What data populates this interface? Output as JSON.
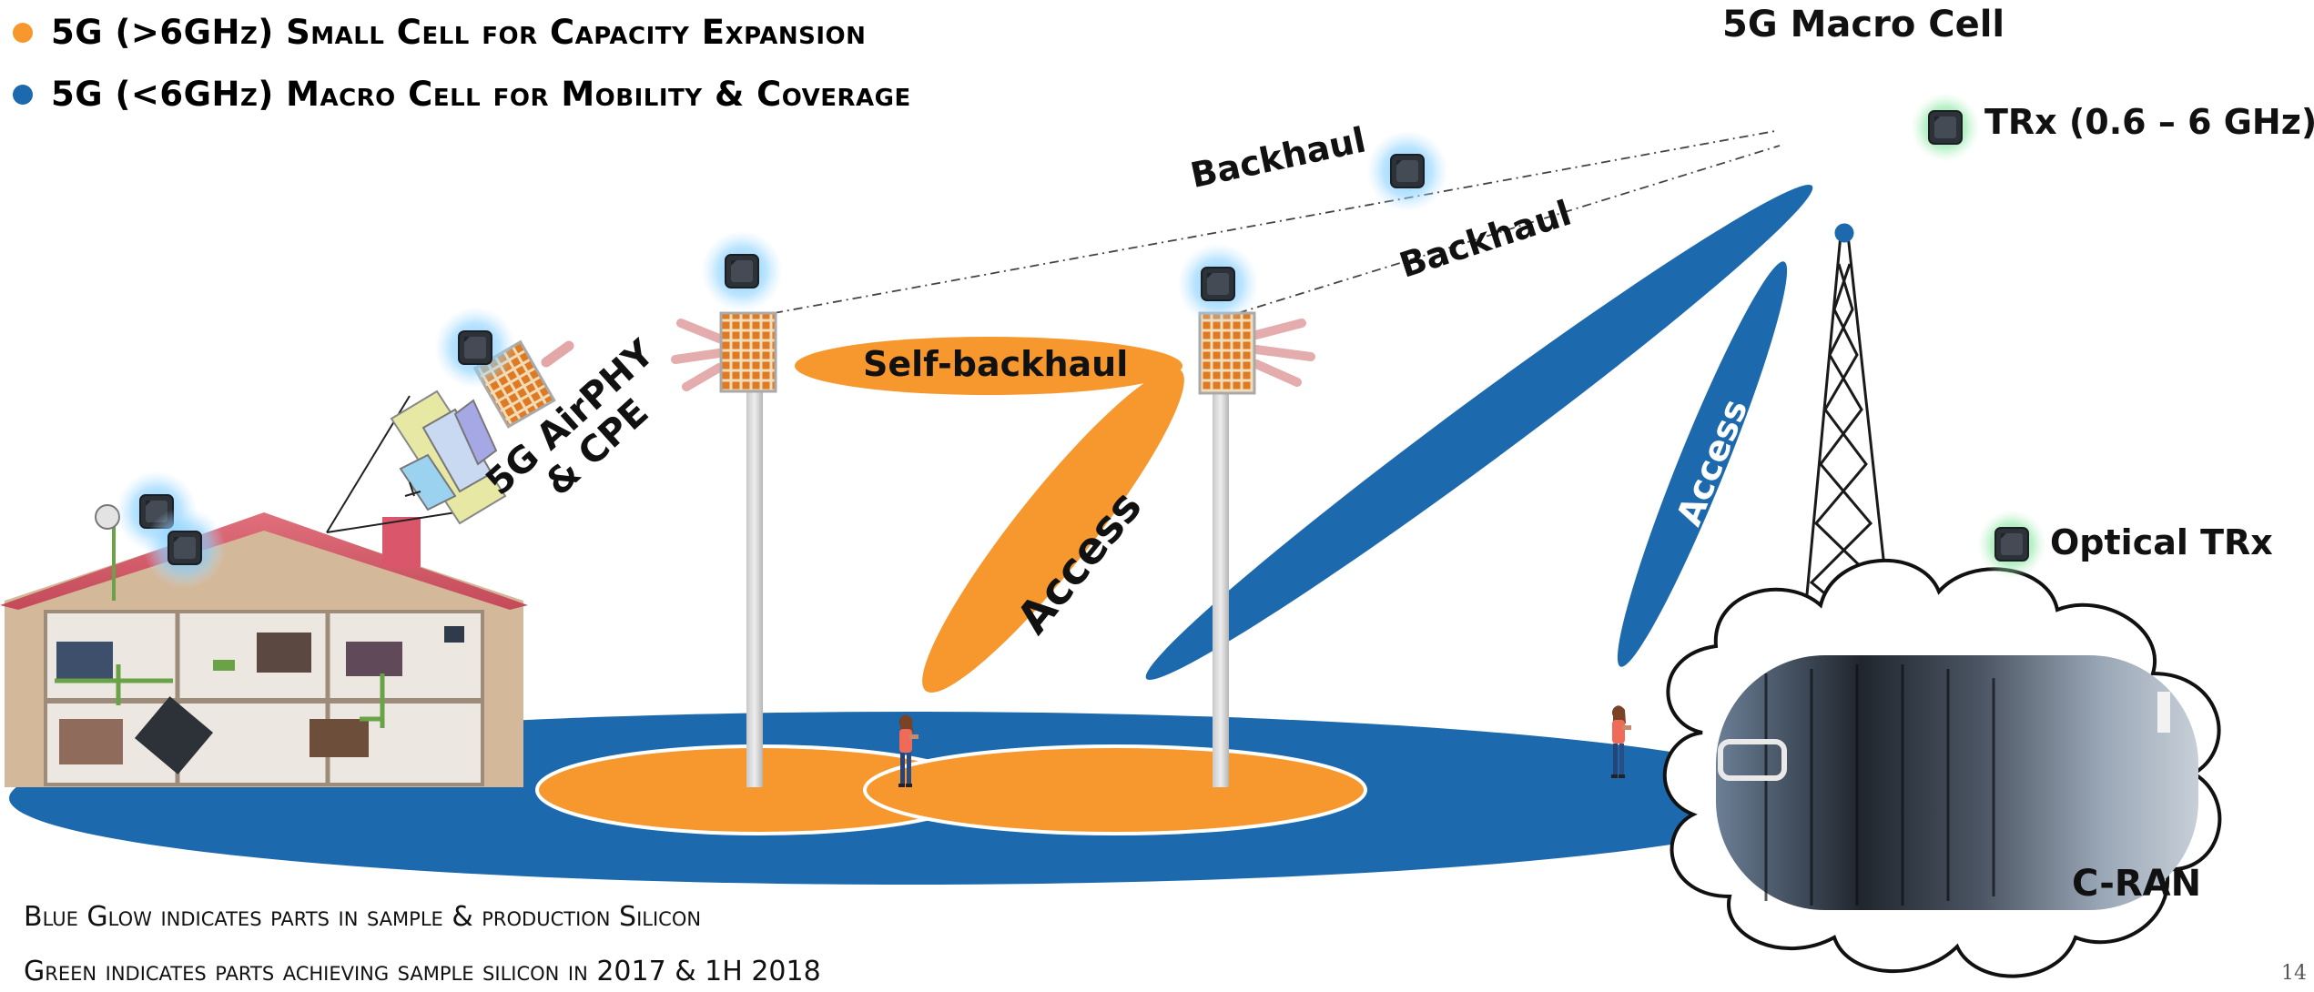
{
  "legend": {
    "small_cell": "5G (>6GHz) Small Cell for Capacity Expansion",
    "macro_cell": "5G (<6GHz) Macro Cell for Mobility & Coverage",
    "colors": {
      "small_cell": "#f7982e",
      "macro_cell": "#1c6aad"
    }
  },
  "labels": {
    "macro_cell_title": "5G Macro Cell",
    "trx": "TRx (0.6 – 6 GHz)",
    "backhaul_1": "Backhaul",
    "backhaul_2": "Backhaul",
    "self_backhaul": "Self-backhaul",
    "access_orange": "Access",
    "access_blue_long": "Access",
    "access_blue_tower": "Access",
    "airphy_line1": "5G AirPHY",
    "airphy_line2": "& CPE",
    "optical_trx": "Optical TRx",
    "c_ran": "C-RAN"
  },
  "footnotes": {
    "blue_glow": "Blue Glow indicates parts in sample & production Silicon",
    "green": "Green indicates parts achieving sample silicon in 2017 & 1H 2018"
  },
  "page_number": "14",
  "icons": {
    "chip": "chip-icon",
    "antenna_panel": "antenna-panel-icon",
    "macro_tower": "lattice-tower-icon",
    "person": "person-icon",
    "server_racks": "server-racks-photo",
    "house": "house-cutaway-illustration"
  }
}
